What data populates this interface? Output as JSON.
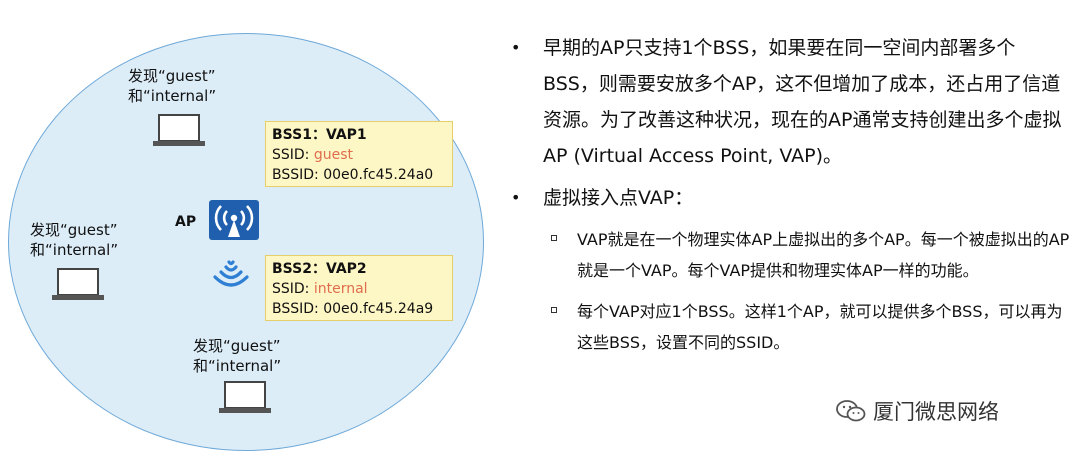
{
  "diagram": {
    "clients": [
      {
        "line1": "发现“guest”",
        "line2": "和“internal”"
      },
      {
        "line1": "发现“guest”",
        "line2": "和“internal”"
      },
      {
        "line1": "发现“guest”",
        "line2": "和“internal”"
      }
    ],
    "ap_label": "AP",
    "bss": [
      {
        "title": "BSS1：VAP1",
        "ssid_prefix": "SSID: ",
        "ssid": "guest",
        "bssid": "BSSID: 00e0.fc45.24a0"
      },
      {
        "title": "BSS2：VAP2",
        "ssid_prefix": "SSID: ",
        "ssid": "internal",
        "bssid": "BSSID: 00e0.fc45.24a9"
      }
    ],
    "icons": {
      "laptop": "laptop-icon",
      "ap": "access-point-icon",
      "wifi": "wifi-signal-icon"
    },
    "colors": {
      "coverage": "#dcedf8",
      "ap_blue": "#1f5fae",
      "ssid_text": "#e06d4e",
      "box_fill": "#fdf6c5"
    }
  },
  "text": {
    "bullet_char": "•",
    "bullets": [
      "早期的AP只支持1个BSS，如果要在同一空间内部署多个BSS，则需要安放多个AP，这不但增加了成本，还占用了信道资源。为了改善这种状况，现在的AP通常支持创建出多个虚拟AP (Virtual Access Point, VAP)。",
      "虚拟接入点VAP："
    ],
    "sub_bullets": [
      "VAP就是在一个物理实体AP上虚拟出的多个AP。每一个被虚拟出的AP就是一个VAP。每个VAP提供和物理实体AP一样的功能。",
      "每个VAP对应1个BSS。这样1个AP，就可以提供多个BSS，可以再为这些BSS，设置不同的SSID。"
    ]
  },
  "watermark": {
    "text": "厦门微思网络",
    "icon": "wechat-icon"
  }
}
